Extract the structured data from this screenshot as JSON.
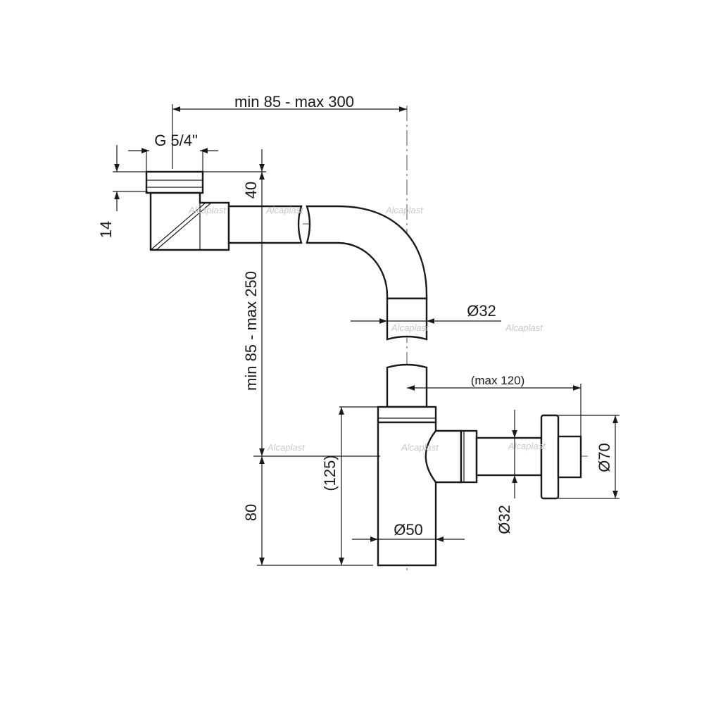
{
  "dimensions": {
    "horizontal_length": "min 85 - max 300",
    "thread_size": "G 5/4\"",
    "height_40": "40",
    "height_14": "14",
    "vertical_length": "min 85 - max 250",
    "pipe_diameter_top": "Ø32",
    "outlet_length": "(max 120)",
    "body_height": "(125)",
    "drain_height": "80",
    "body_diameter": "Ø50",
    "outlet_pipe_diameter": "Ø32",
    "rosette_diameter": "Ø70"
  },
  "watermark": "Alcaplast"
}
